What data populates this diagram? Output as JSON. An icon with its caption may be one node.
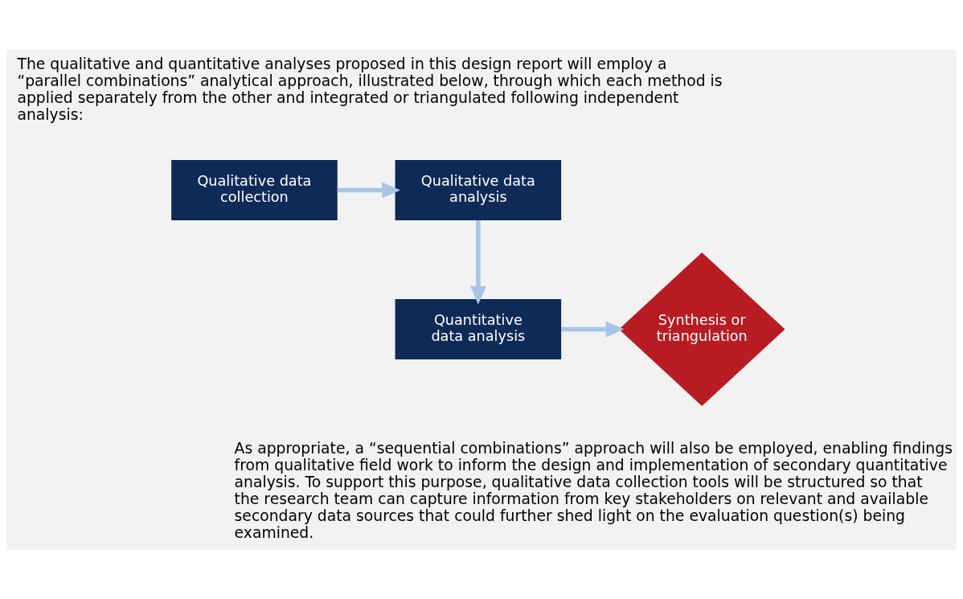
{
  "diagram": {
    "nodes": [
      {
        "text": [
          "Qualitative data collection"
        ]
      },
      {
        "text": [
          "Qualitative data analysis"
        ]
      },
      {
        "text": [
          "Quantitative data analysis"
        ]
      },
      {
        "text": [
          "Synthesis or triangulation"
        ]
      }
    ],
    "edges": [
      {
        "from": 0,
        "to": 1,
        "arrow": "to"
      },
      {
        "from": 1,
        "to": 2,
        "arrow": "to"
      },
      {
        "from": 2,
        "to": 3,
        "arrow": "to"
      }
    ],
    "labels": [
      "The qualitative and quantitative analyses proposed in this design report will employ a “parallel combinations” analytical approach, illustrated below, through which each method is applied separately from the other and integrated or triangulated following independent analysis:",
      "As appropriate, a “sequential combinations” approach will also be employed, enabling findings from qualitative field work to inform the design and implementation of secondary quantitative analysis. To support this purpose, qualitative data collection tools will be structured so that the research team can capture information from key stakeholders on relevant and available secondary data sources that could further shed light on the evaluation question(s) being examined."
    ]
  }
}
